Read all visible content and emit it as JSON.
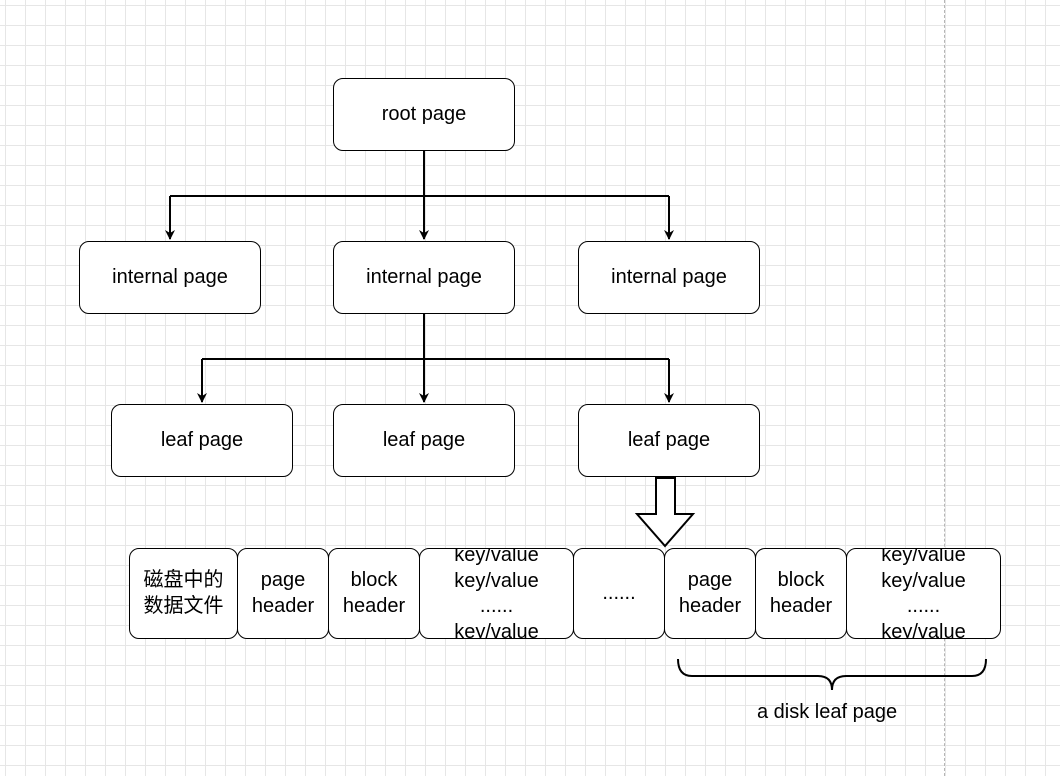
{
  "tree": {
    "root": "root page",
    "internal": [
      "internal page",
      "internal page",
      "internal page"
    ],
    "leaves": [
      "leaf page",
      "leaf page",
      "leaf page"
    ]
  },
  "disk": {
    "segments": [
      {
        "lines": [
          "磁盘中的",
          "数据文件"
        ]
      },
      {
        "lines": [
          "page",
          "header"
        ]
      },
      {
        "lines": [
          "block",
          "header"
        ]
      },
      {
        "lines": [
          "key/value",
          "key/value",
          "......",
          "key/value"
        ]
      },
      {
        "lines": [
          "......"
        ]
      },
      {
        "lines": [
          "page",
          "header"
        ]
      },
      {
        "lines": [
          "block",
          "header"
        ]
      },
      {
        "lines": [
          "key/value",
          "key/value",
          "......",
          "key/value"
        ]
      }
    ],
    "brace_caption": "a disk leaf page"
  }
}
